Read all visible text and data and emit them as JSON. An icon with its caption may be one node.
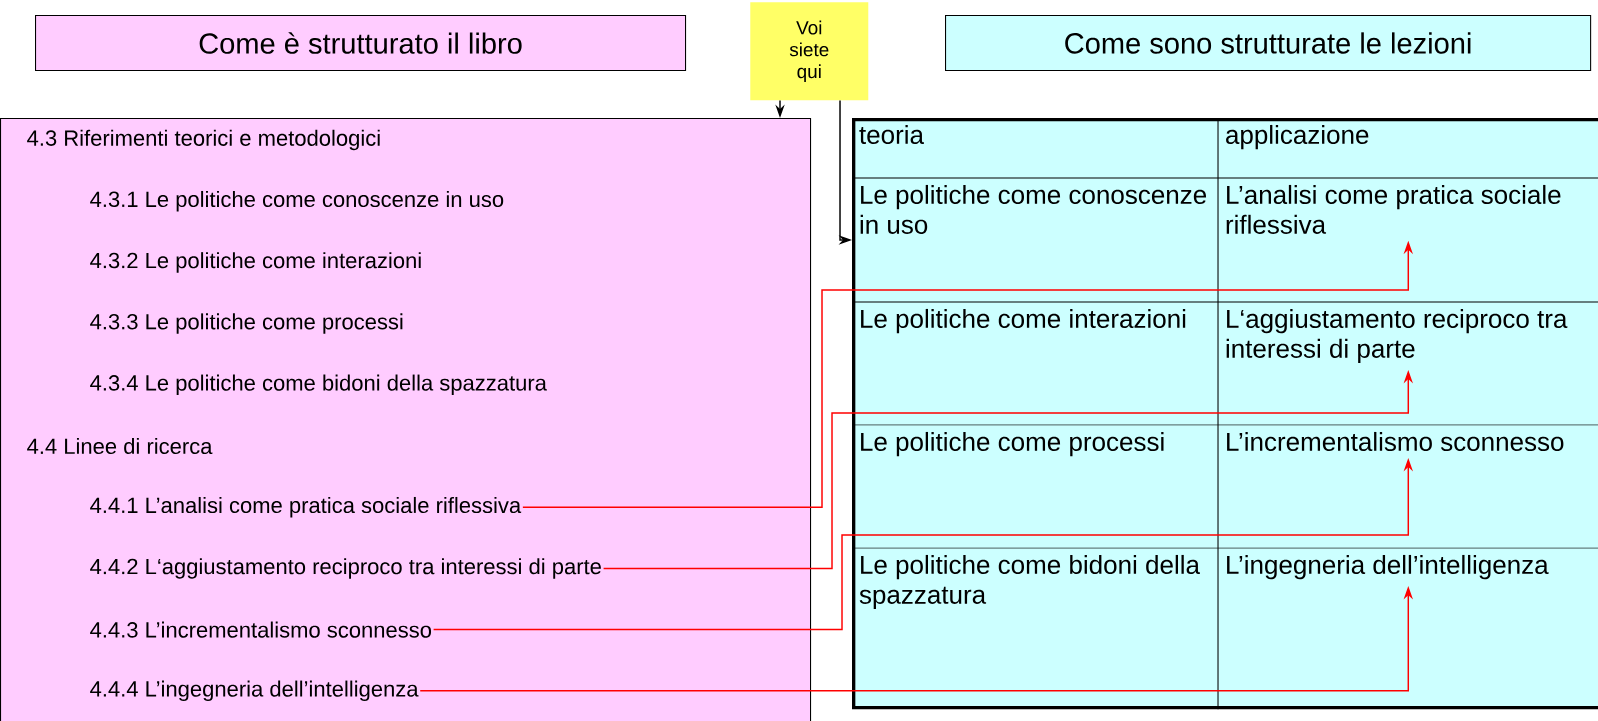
{
  "diagram": {
    "nodes": [
      {
        "text": [
          "Come è strutturato il libro"
        ]
      },
      {
        "text": [
          "Voi siete qui"
        ]
      },
      {
        "text": [
          "Come sono strutturate le lezioni"
        ]
      },
      {
        "text": [],
        "shape": "box"
      },
      {
        "text": [
          "4.3  Riferimenti teorici e metodologici"
        ],
        "in": 3
      },
      {
        "text": [
          "4.3.1 Le politiche come conoscenze in uso"
        ],
        "in": 3
      },
      {
        "text": [
          "4.3.2 Le politiche come interazioni"
        ],
        "in": 3
      },
      {
        "text": [
          "4.3.3 Le politiche come processi"
        ],
        "in": 3
      },
      {
        "text": [
          "4.3.4 Le politiche come bidoni della spazzatura"
        ],
        "in": 3
      },
      {
        "text": [
          "4.4  Linee di ricerca"
        ],
        "in": 3
      },
      {
        "text": [
          "4.4.1 L’analisi come pratica sociale riflessiva"
        ],
        "in": 3
      },
      {
        "text": [
          "4.4.2 L‘aggiustamento reciproco tra interessi di parte"
        ],
        "in": 3
      },
      {
        "text": [
          "4.4.3 L’incrementalismo sconnesso"
        ],
        "in": 3
      },
      {
        "text": [
          "4.4.4 L’ingegneria dell’intelligenza"
        ],
        "in": 3
      },
      {
        "text": [],
        "shape": "box"
      },
      {
        "text": [
          "teoria"
        ],
        "in": 14
      },
      {
        "text": [
          "applicazione"
        ],
        "in": 14
      },
      {
        "text": [
          "Le politiche come conoscenze in uso"
        ],
        "in": 14
      },
      {
        "text": [
          "L’analisi come pratica sociale riflessiva"
        ],
        "in": 14
      },
      {
        "text": [
          "Le politiche come interazioni"
        ],
        "in": 14
      },
      {
        "text": [
          "L‘aggiustamento reciproco tra interessi di parte"
        ],
        "in": 14
      },
      {
        "text": [
          "Le politiche come processi"
        ],
        "in": 14
      },
      {
        "text": [
          "L’incrementalismo sconnesso"
        ],
        "in": 14
      },
      {
        "text": [
          "Le politiche come bidoni della spazzatura"
        ],
        "in": 14
      },
      {
        "text": [
          "L’ingegneria dell’intelligenza"
        ],
        "in": 14
      }
    ],
    "edges": [
      {
        "from": 1,
        "to": 3,
        "arrow": "to",
        "color": "#000000"
      },
      {
        "from": 1,
        "to": 17,
        "arrow": "to",
        "color": "#000000"
      },
      {
        "from": 10,
        "to": 18,
        "arrow": "to",
        "color": "#ff0000"
      },
      {
        "from": 11,
        "to": 20,
        "arrow": "to",
        "color": "#ff0000"
      },
      {
        "from": 12,
        "to": 22,
        "arrow": "to",
        "color": "#ff0000"
      },
      {
        "from": 13,
        "to": 24,
        "arrow": "to",
        "color": "#ff0000"
      }
    ]
  }
}
